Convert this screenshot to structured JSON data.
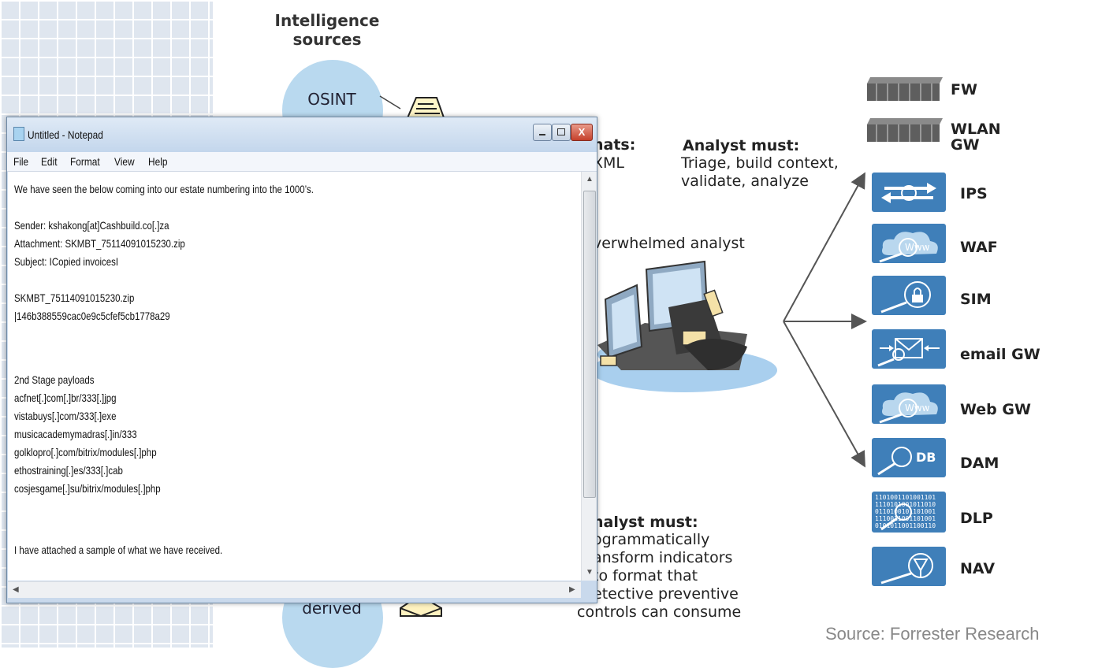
{
  "slide": {
    "title": "Intelligence sources",
    "circle_top": "OSINT",
    "circle_bottom": "derived",
    "formats_partial": "nats:",
    "formats_sub": "XML",
    "analyst_top_heading": "Analyst must:",
    "analyst_top_lines": [
      "Triage, build context,",
      "validate, analyze"
    ],
    "overwhelmed_label": "verwhelmed analyst",
    "analyst_bottom_heading": "nalyst must:",
    "analyst_bottom_lines": [
      "ogrammatically",
      "ansform indicators",
      "to format that",
      "etective preventive",
      "controls can consume"
    ],
    "source": "Source: Forrester Research",
    "controls": [
      {
        "label": "FW",
        "icon": "firewall-icon"
      },
      {
        "label": "WLAN GW",
        "label_line1": "WLAN",
        "label_line2": "GW",
        "icon": "firewall-icon"
      },
      {
        "label": "IPS",
        "icon": "ips-icon"
      },
      {
        "label": "WAF",
        "icon": "cloud-www-icon"
      },
      {
        "label": "SIM",
        "icon": "lock-icon"
      },
      {
        "label": "email GW",
        "icon": "envelope-icon"
      },
      {
        "label": "Web GW",
        "icon": "cloud-www-icon"
      },
      {
        "label": "DAM",
        "icon": "db-icon",
        "icon_text": "DB"
      },
      {
        "label": "DLP",
        "icon": "binary-icon"
      },
      {
        "label": "NAV",
        "icon": "virus-icon"
      }
    ],
    "www_text": "Www",
    "binary_lines": [
      "1101001101001101",
      "1110101001011010",
      "0110100101101001",
      "1110011001101001",
      "0101011001100110"
    ]
  },
  "notepad": {
    "title": "Untitled - Notepad",
    "menu": [
      "File",
      "Edit",
      "Format",
      "View",
      "Help"
    ],
    "close_glyph": "X",
    "lines": [
      "We have seen the below coming into our estate numbering into the 1000’s.",
      "",
      "Sender: kshakong[at]Cashbuild.co[.]za",
      "Attachment:  SKMBT_75114091015230.zip",
      "Subject: ICopied invoicesI",
      "",
      "SKMBT_75114091015230.zip",
      "|146b388559cac0e9c5cfef5cb1778a29",
      "",
      "",
      "2nd Stage payloads",
      "acfnet[.]com[.]br/333[.]jpg",
      "vistabuys[.]com/333[.]exe",
      "musicacademymadras[.]in/333",
      "golklopro[.]com/bitrix/modules[.]php",
      "ethostraining[.]es/333[.]cab",
      "cosjesgame[.]su/bitrix/modules[.]php",
      "",
      "",
      "I have attached a sample of what we have received."
    ]
  }
}
